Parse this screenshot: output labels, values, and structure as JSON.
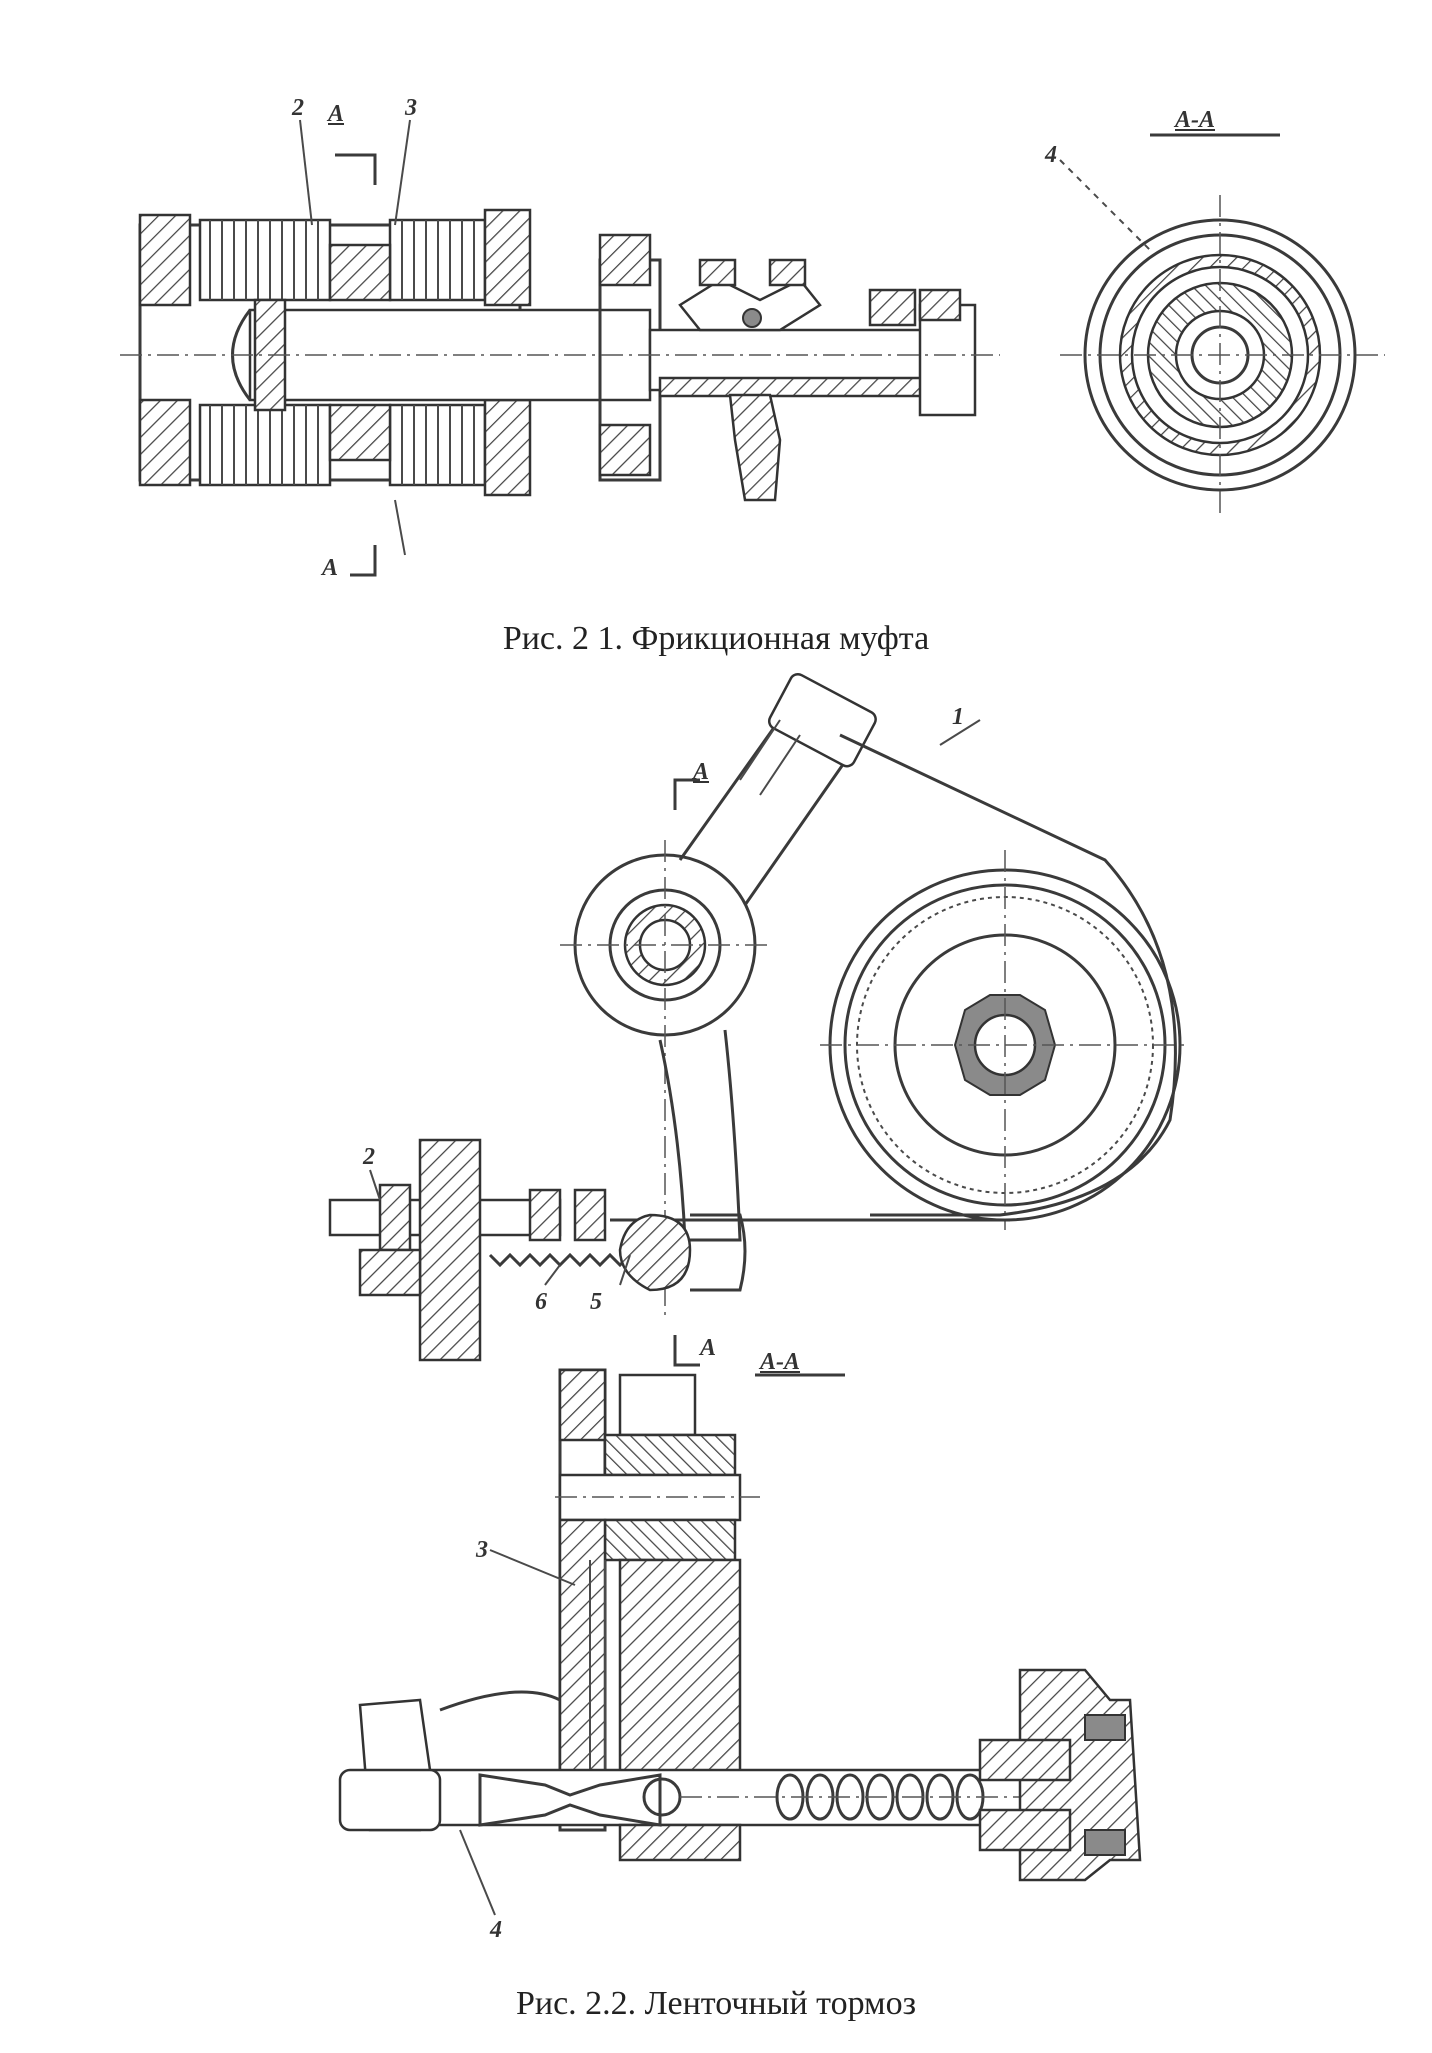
{
  "figure1": {
    "caption": "Рис. 2 1. Фрикционная муфта",
    "labels": {
      "part2": "2",
      "part3": "3",
      "part4": "4",
      "section_mark": "А",
      "section_mark_bottom": "А",
      "section_title": "А-А"
    }
  },
  "figure2": {
    "caption": "Рис. 2.2. Ленточный тормоз",
    "labels": {
      "part1": "1",
      "part2": "2",
      "part3": "3",
      "part4": "4",
      "part5": "5",
      "part6": "6",
      "section_mark": "А",
      "section_mark_bottom": "А",
      "section_title": "А-А"
    }
  }
}
